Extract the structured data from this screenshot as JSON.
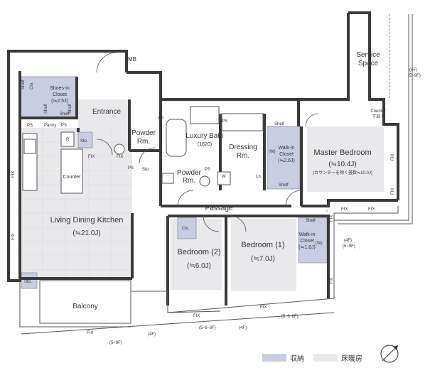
{
  "colors": {
    "wall": "#3a3a3a",
    "storage": "#c9cde3",
    "floor_heating": "#e9e9ec",
    "line": "#555555"
  },
  "rooms": {
    "service_space": [
      "Service",
      "Space"
    ],
    "mb": "MB",
    "shoes_in_closet": [
      "Shoes-in",
      "Closet",
      "(≒2.5J)"
    ],
    "entrance": "Entrance",
    "powder_room_1": [
      "Powder",
      "Rm."
    ],
    "luxury_bath": [
      "Luxury Bath",
      "(1820)"
    ],
    "dressing_room": [
      "Dressing",
      "Rm."
    ],
    "walk_in_closet_master": [
      "Walk-in",
      "Closet",
      "(≒2.6J)"
    ],
    "master_bedroom": [
      "Master Bedroom",
      "(≒10.4J)",
      "(カウンターを除く畳数≒10.0J)"
    ],
    "powder_room_2": [
      "Powder",
      "Rm."
    ],
    "living_dining_kitchen": [
      "Living Dining Kitchen",
      "(≒21.0J)"
    ],
    "counter": "Counter",
    "passage": "Passage",
    "bedroom_2": [
      "Bedroom (2)",
      "(≒6.0J)"
    ],
    "bedroom_1": [
      "Bedroom (1)",
      "(≒7.0J)"
    ],
    "walk_in_closet_1": [
      "Walk-in",
      "Closet",
      "(≒1.6J)"
    ],
    "balcony": "Balcony",
    "counter_right": [
      "Counter",
      "下部 P"
    ]
  },
  "small_labels": {
    "shelf": "Shelf",
    "clo": "Clo.",
    "sto": "Sto.",
    "ps": "PS",
    "pantry": "Pantry",
    "r": "R",
    "fix": "FIX",
    "w": "(W)",
    "w_plain": "W",
    "ln": "Ln.",
    "floor_4f": "(4F)",
    "floor_5_9f": "(5~9F)",
    "floor_5_6_8f": "(5･6･8F)"
  },
  "legend": {
    "storage": "収納",
    "floor_heating": "床暖房"
  }
}
